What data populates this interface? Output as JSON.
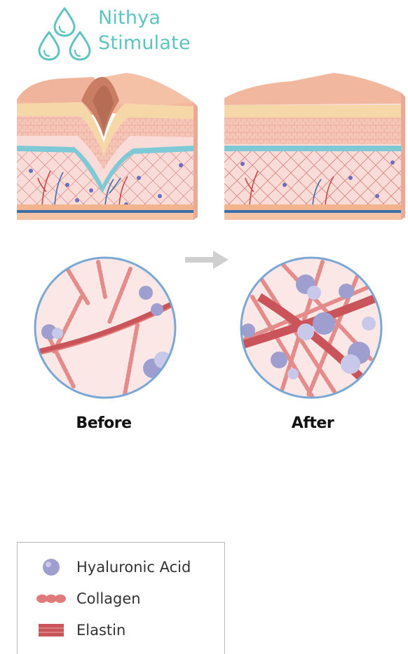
{
  "brand": {
    "line1": "Nithya",
    "line2": "Stimulate",
    "color": "#5ec4c0"
  },
  "panels": [
    {
      "label": "Before"
    },
    {
      "label": "After"
    }
  ],
  "legend": {
    "items": [
      {
        "label": "Hyaluronic Acid",
        "icon": "hyaluronic-acid-sphere-icon",
        "color": "#9f9fcf"
      },
      {
        "label": "Collagen",
        "icon": "collagen-beads-icon",
        "color": "#e07b7b"
      },
      {
        "label": "Elastin",
        "icon": "elastin-band-icon",
        "color": "#c9545a"
      }
    ]
  }
}
